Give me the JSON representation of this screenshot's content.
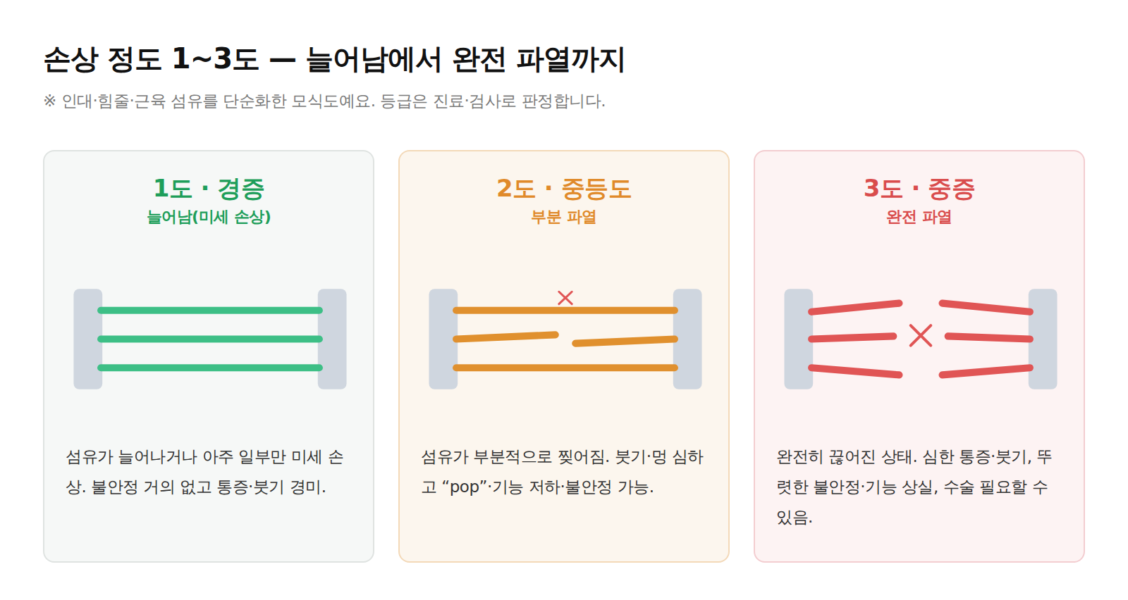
{
  "diagram": {
    "title": "손상 정도 1~3도 — 늘어남에서 완전 파열까지",
    "caption": "※ 인대·힘줄·근육 섬유를 단순화한 모식도예요. 등급은 진료·검사로 판정합니다.",
    "nodes": [
      {
        "text": [
          "1도 · 경증",
          "늘어남(미세 손상)",
          "섬유가 늘어나거나 아주 일부만 미세 손상. 불안정 거의 없고 통증·붓기 경미."
        ]
      },
      {
        "text": [
          "2도 · 중등도",
          "부분 파열",
          "섬유가 부분적으로 찢어짐. 붓기·멍 심하고 “pop”·기능 저하·불안정 가능."
        ]
      },
      {
        "text": [
          "3도 · 중증",
          "완전 파열",
          "완전히 끊어진 상태. 심한 통증·붓기, 뚜렷한 불안정·기능 상실, 수술 필요할 수 있음."
        ]
      }
    ]
  }
}
